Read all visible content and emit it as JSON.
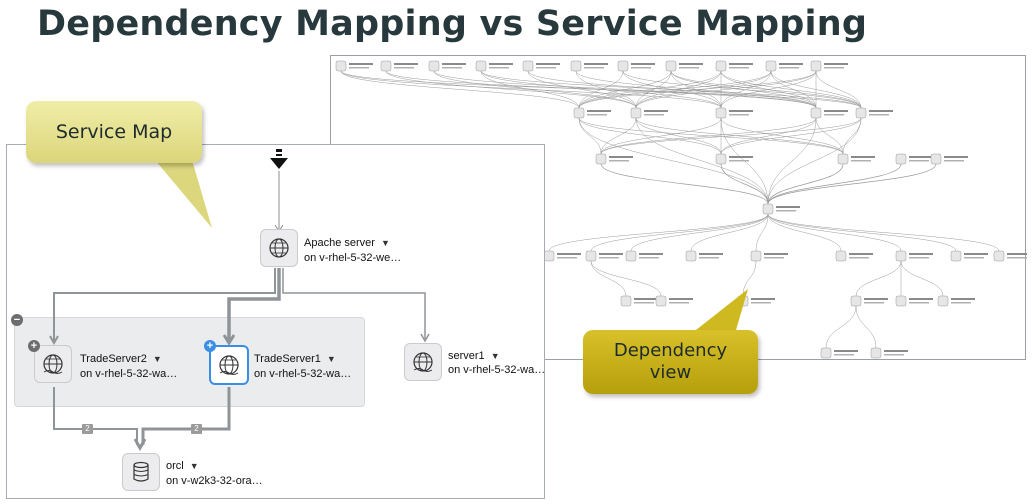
{
  "title": "Dependency Mapping vs Service Mapping",
  "callouts": {
    "service_map": "Service Map",
    "dependency_view_line1": "Dependency",
    "dependency_view_line2": "view"
  },
  "service_map": {
    "nodes": {
      "apache": {
        "name": "Apache server",
        "host": "on v-rhel-5-32-we…",
        "icon": "globe-icon"
      },
      "trade2": {
        "name": "TradeServer2",
        "host": "on v-rhel-5-32-wa…",
        "icon": "globe-icon"
      },
      "trade1": {
        "name": "TradeServer1",
        "host": "on v-rhel-5-32-wa…",
        "icon": "globe-icon"
      },
      "server1": {
        "name": "server1",
        "host": "on v-rhel-5-32-wa…",
        "icon": "globe-icon"
      },
      "orcl": {
        "name": "orcl",
        "host": "on v-w2k3-32-ora…",
        "icon": "database-icon"
      }
    },
    "badges": {
      "left": "2",
      "right": "2"
    },
    "group_collapse": "−",
    "trade2_expand": "+",
    "trade1_expand": "+",
    "colors": {
      "selected_border": "#3a8ee6",
      "collapse_circle": "#6d6d6d"
    }
  }
}
